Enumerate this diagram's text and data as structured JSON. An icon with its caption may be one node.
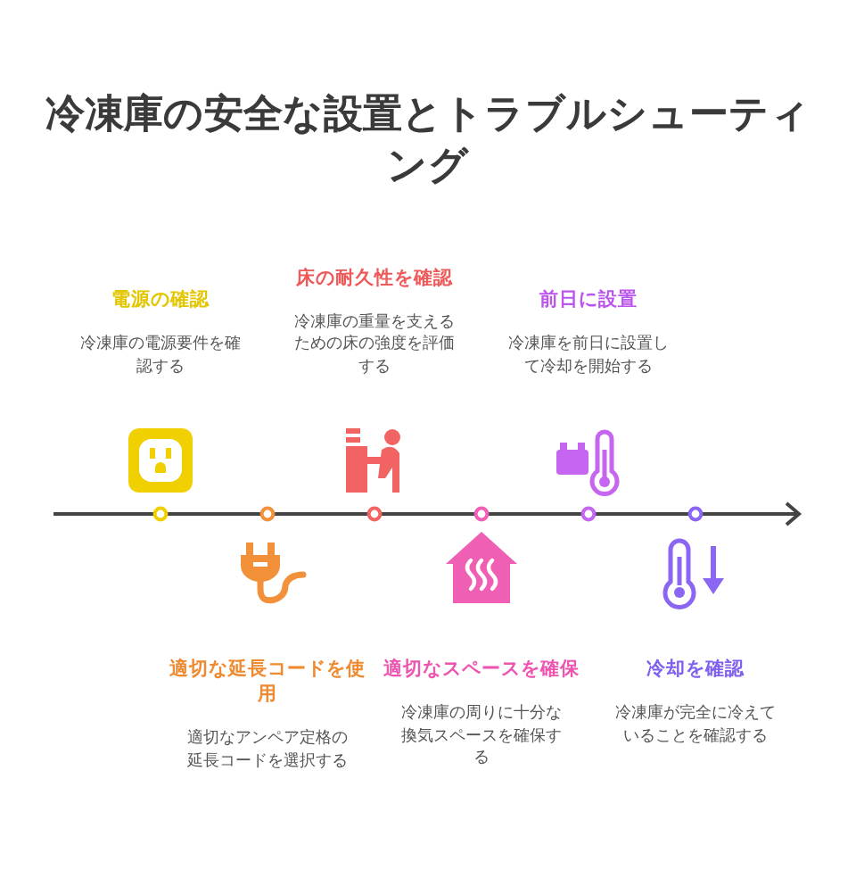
{
  "diagram": {
    "title": "冷凍庫の安全な設置とトラブルシューティング",
    "nodes": [
      {
        "text": [
          "電源の確認",
          "冷凍庫の電源要件を確認する"
        ]
      },
      {
        "text": [
          "適切な延長コードを使用",
          "適切なアンペア定格の延長コードを選択する"
        ]
      },
      {
        "text": [
          "床の耐久性を確認",
          "冷凍庫の重量を支えるための床の強度を評価する"
        ]
      },
      {
        "text": [
          "適切なスペースを確保",
          "冷凍庫の周りに十分な換気スペースを確保する"
        ]
      },
      {
        "text": [
          "前日に設置",
          "冷凍庫を前日に設置して冷却を開始する"
        ]
      },
      {
        "text": [
          "冷却を確認",
          "冷凍庫が完全に冷えていることを確認する"
        ]
      }
    ]
  }
}
